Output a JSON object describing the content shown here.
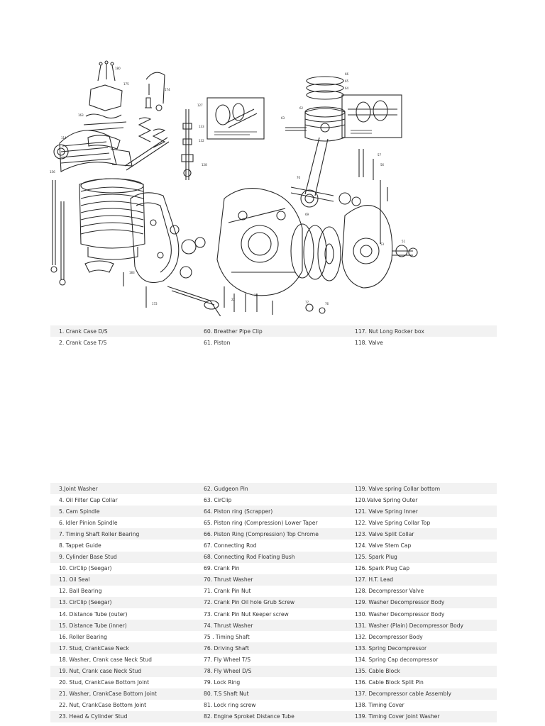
{
  "diagram": {
    "icon": "engine-exploded-diagram"
  },
  "parts_top": [
    [
      "1. Crank Case D/S",
      "60. Breather Pipe Clip",
      "117. Nut Long Rocker box"
    ],
    [
      "2. Crank Case T/S",
      "61. Piston",
      "118. Valve"
    ]
  ],
  "parts_bottom": [
    [
      "3.Joint Washer",
      "62. Gudgeon Pin",
      "119. Valve spring Collar bottom"
    ],
    [
      "4. Oil Filter Cap Collar",
      "63. CirClip",
      "120.Valve Spring Outer"
    ],
    [
      "5. Cam Spindle",
      "64. Piston ring (Scrapper)",
      "121. Valve Spring Inner"
    ],
    [
      "6. Idler Pinion Spindle",
      "65. Piston ring (Compression) Lower Taper",
      "122. Valve Spring Collar Top"
    ],
    [
      "7. Timing Shaft Roller Bearing",
      "66. Piston Ring (Compression) Top Chrome",
      "123. Valve Split Collar"
    ],
    [
      "8. Tappet Guide",
      "67. Connecting Rod",
      "124. Valve Stem Cap"
    ],
    [
      "9. Cylinder Base Stud",
      "68. Connecting Rod Floating Bush",
      "125. Spark Plug"
    ],
    [
      "10. CirClip (Seegar)",
      "69. Crank Pin",
      "126. Spark Plug Cap"
    ],
    [
      "11. Oil Seal",
      "70. Thrust Washer",
      "127. H.T. Lead"
    ],
    [
      "12. Ball Bearing",
      "71. Crank Pin Nut",
      "128. Decompressor Valve"
    ],
    [
      "13. CirClip (Seegar)",
      "72. Crank Pin Oil hole Grub Screw",
      "129. Washer Decompressor Body"
    ],
    [
      "14. Distance Tube (outer)",
      "73. Crank Pin Nut Keeper screw",
      "130. Washer Decompressor Body"
    ],
    [
      "15. Distance Tube (inner)",
      "74. Thrust Washer",
      "131. Washer (Plain) Decompressor Body"
    ],
    [
      "16. Roller Bearing",
      "75 . Timing Shaft",
      "132. Decompressor Body"
    ],
    [
      "17. Stud, CrankCase Neck",
      "76. Driving Shaft",
      "133. Spring Decompressor"
    ],
    [
      "18. Washer, Crank case Neck Stud",
      "77. Fly Wheel T/S",
      "134. Spring Cap decompressor"
    ],
    [
      "19. Nut, Crank case Neck Stud",
      "78. Fly Wheel D/S",
      "135. Cable Block"
    ],
    [
      "20. Stud, CrankCase Bottom Joint",
      "79. Lock Ring",
      "136. Cable Block Split Pin"
    ],
    [
      "21. Washer, CrankCase Bottom Joint",
      "80. T.S Shaft Nut",
      "137. Decompressor cable Assembly"
    ],
    [
      "22. Nut, CrankCase Bottom Joint",
      "81. Lock ring screw",
      "138. Timing Cover"
    ],
    [
      "23. Head & Cylinder Stud",
      "82. Engine Sproket Distance Tube",
      "139. Timing Cover Joint Washer"
    ]
  ]
}
